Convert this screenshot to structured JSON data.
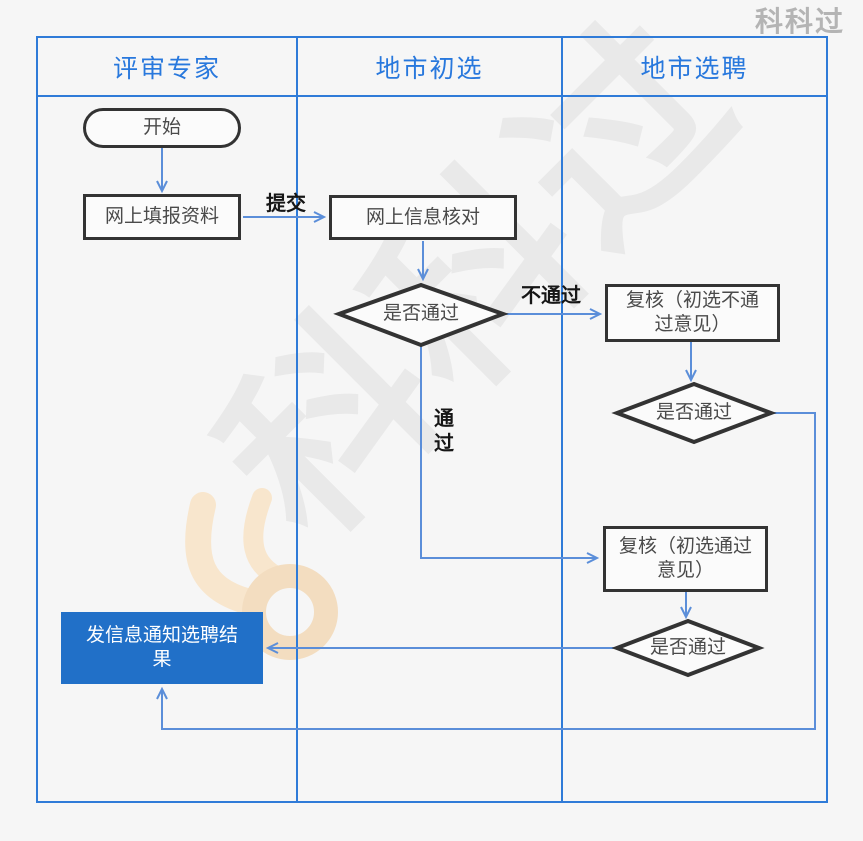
{
  "watermark": {
    "corner_text": "科科过",
    "diagonal_text": "科科过"
  },
  "lanes": [
    {
      "label": "评审专家"
    },
    {
      "label": "地市初选"
    },
    {
      "label": "地市选聘"
    }
  ],
  "nodes": {
    "start": {
      "label": "开始",
      "type": "terminator"
    },
    "fill": {
      "label": "网上填报资料",
      "type": "process"
    },
    "check": {
      "label": "网上信息核对",
      "type": "process"
    },
    "decision1": {
      "label": "是否通过",
      "type": "decision"
    },
    "review_fail": {
      "label": "复核（初选不通\n过意见）",
      "type": "process"
    },
    "decision2": {
      "label": "是否通过",
      "type": "decision"
    },
    "review_pass": {
      "label": "复核（初选通过\n意见）",
      "type": "process"
    },
    "decision3": {
      "label": "是否通过",
      "type": "decision"
    },
    "notify": {
      "label": "发信息通知选聘结\n果",
      "type": "process-highlight"
    }
  },
  "edge_labels": {
    "submit": "提交",
    "fail": "不通过",
    "pass": "通过"
  },
  "colors": {
    "background": "#f6f6f6",
    "lane_border": "#2f7bd8",
    "header_text": "#2878dd",
    "flow_line": "#5b8ed9",
    "shape_border": "#333333",
    "shape_fill": "#fbfbfb",
    "notify_fill": "#2170c8",
    "notify_text": "#ffffff",
    "watermark_gray": "#e9e9e9",
    "watermark_corner_gray": "#b4b4b4",
    "watermark_logo_orange": "#f8e6cd"
  }
}
